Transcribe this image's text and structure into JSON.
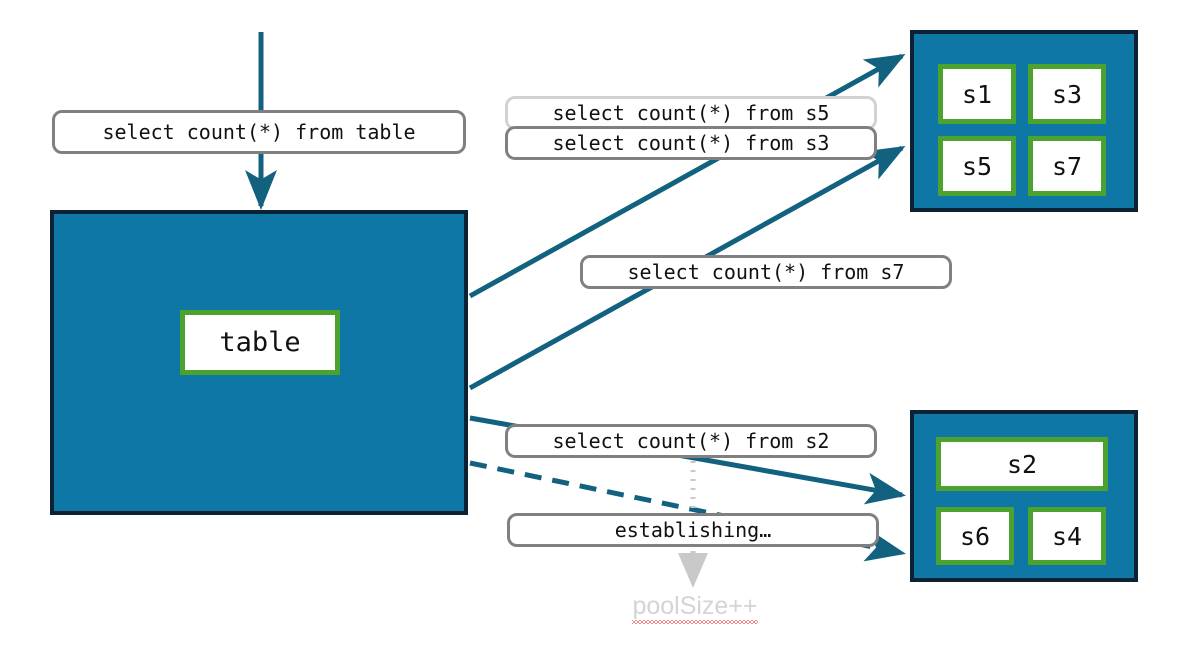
{
  "diagram": {
    "title": "Connection pool query routing diagram",
    "colors": {
      "pool_fill": "#0f77a5",
      "pool_border": "#0a2233",
      "node_border": "#4ba22e",
      "node_fill": "#ffffff",
      "arrow": "#11617f",
      "label_border": "#808080",
      "label_border_muted": "#d2d2d2",
      "muted_text": "#d4d4d4",
      "spellcheck_underline": "#e81123",
      "background": "#ffffff"
    }
  },
  "database": {
    "node_label": "table"
  },
  "pools": [
    {
      "id": "pool-top",
      "servers": [
        {
          "id": "s1",
          "label": "s1"
        },
        {
          "id": "s3",
          "label": "s3"
        },
        {
          "id": "s5",
          "label": "s5"
        },
        {
          "id": "s7",
          "label": "s7"
        }
      ]
    },
    {
      "id": "pool-bottom",
      "servers": [
        {
          "id": "s2",
          "label": "s2"
        },
        {
          "id": "s6",
          "label": "s6"
        },
        {
          "id": "s4",
          "label": "s4"
        }
      ]
    }
  ],
  "queries": {
    "incoming": "select count(*) from table",
    "to_s5": "select count(*) from s5",
    "to_s3": "select count(*) from s3",
    "to_s7": "select count(*) from s7",
    "to_s2": "select count(*) from s2",
    "establishing": "establishing…"
  },
  "annotations": {
    "pool_size_increment": "poolSize++"
  }
}
